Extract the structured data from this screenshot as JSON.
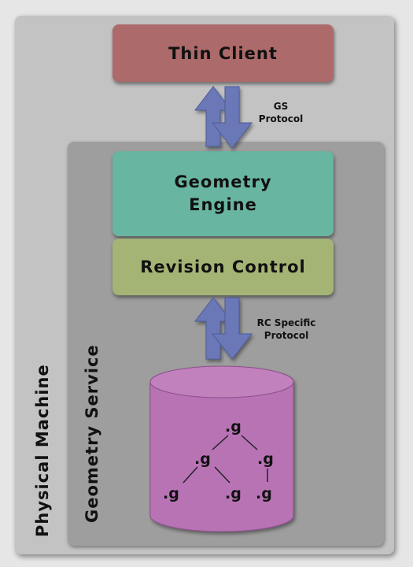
{
  "labels": {
    "physical_machine": "Physical Machine",
    "geometry_service": "Geometry Service"
  },
  "blocks": {
    "thin_client": "Thin Client",
    "geometry_engine_line1": "Geometry",
    "geometry_engine_line2": "Engine",
    "revision_control": "Revision Control"
  },
  "protocols": {
    "gs_line1": "GS",
    "gs_line2": "Protocol",
    "rc_line1": "RC Specific",
    "rc_line2": "Protocol"
  },
  "tree_nodes": [
    ".g",
    ".g",
    ".g",
    ".g",
    ".g",
    ".g"
  ],
  "colors": {
    "thin_client": "#ad6a6a",
    "geometry_engine": "#68b5a1",
    "revision_control": "#a4b474",
    "database": "#b873b5",
    "arrows": "#6a78b8"
  }
}
